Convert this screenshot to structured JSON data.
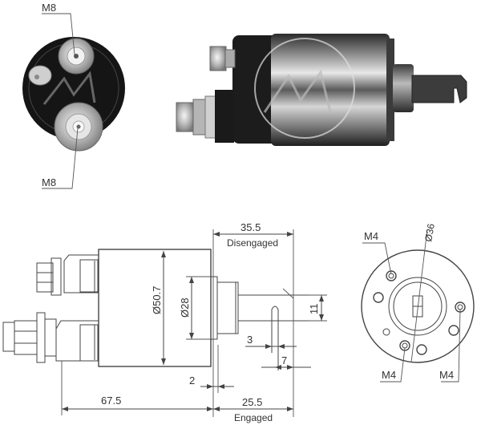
{
  "photos": {
    "end_view": {
      "callouts": [
        {
          "id": "top-terminal",
          "label": "M8"
        },
        {
          "id": "bottom-terminal",
          "label": "M8"
        }
      ]
    },
    "side_view": {
      "description": "solenoid body photo"
    }
  },
  "side_drawing": {
    "dims": {
      "body_diameter": "Ø50.7",
      "boss_diameter": "Ø28",
      "overall_length": "67.5",
      "flange_gap": "2",
      "disengaged_length": "35.5",
      "disengaged_label": "Disengaged",
      "engaged_length": "25.5",
      "engaged_label": "Engaged",
      "plunger_width": "11",
      "slot_width": "3",
      "slot_offset": "7"
    }
  },
  "end_drawing": {
    "dims": {
      "bolt_circle": "Ø36",
      "thread_top_left": "M4",
      "thread_bottom": "M4",
      "thread_right": "M4"
    }
  },
  "colors": {
    "line": "#444444",
    "text": "#333333",
    "photo_dark": "#1a1a1a",
    "photo_metal": "#9a9a9a"
  }
}
